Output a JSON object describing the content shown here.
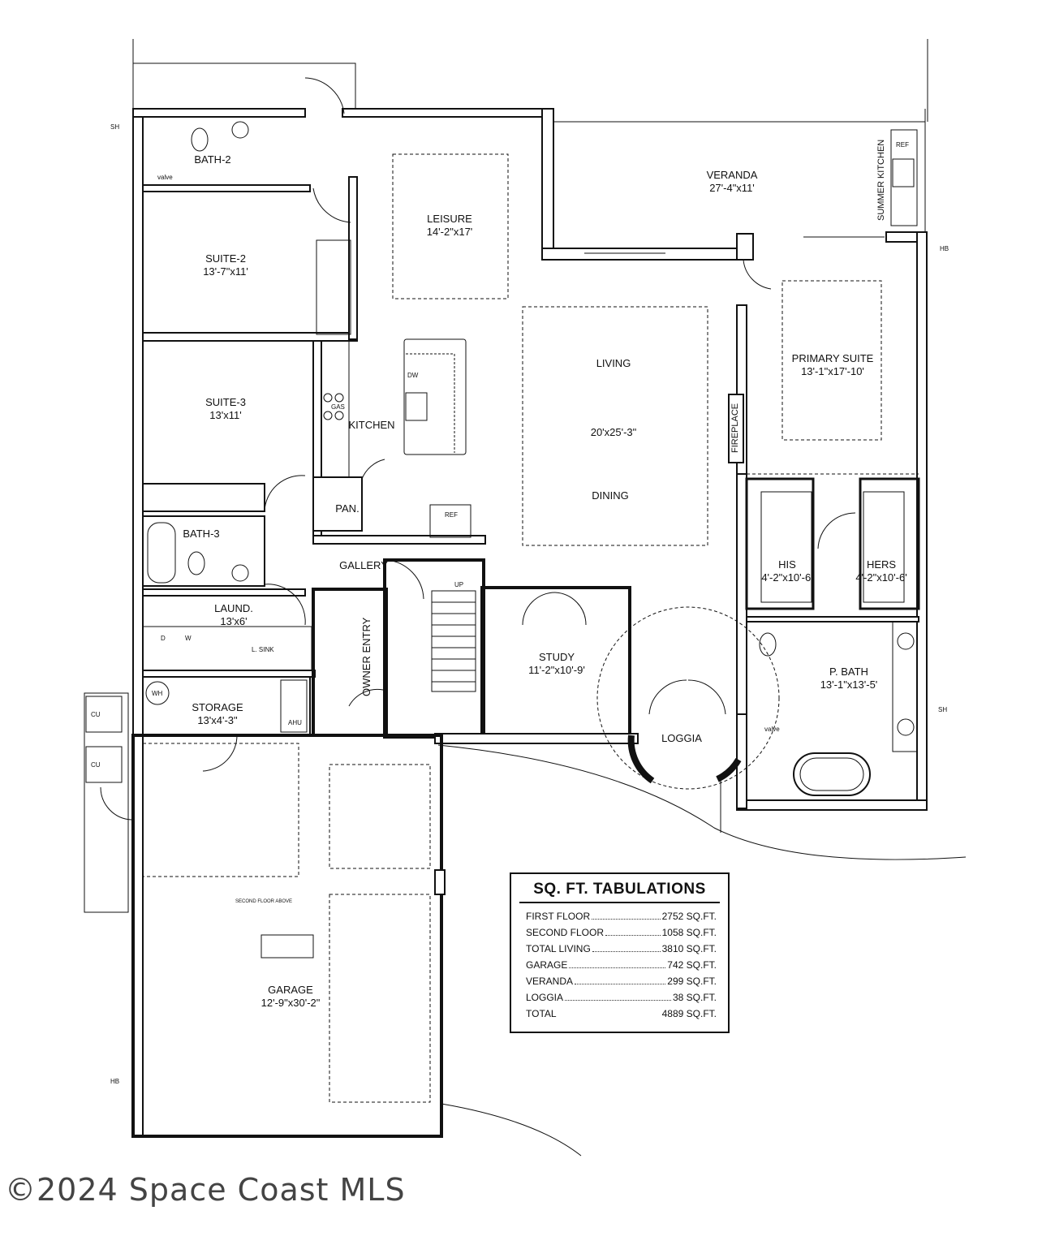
{
  "rooms": {
    "bath2": {
      "name": "BATH-2"
    },
    "suite2": {
      "name": "SUITE-2",
      "dim": "13'-7\"x11'"
    },
    "suite3": {
      "name": "SUITE-3",
      "dim": "13'x11'"
    },
    "bath3": {
      "name": "BATH-3"
    },
    "laund": {
      "name": "LAUND.",
      "dim": "13'x6'"
    },
    "storage": {
      "name": "STORAGE",
      "dim": "13'x4'-3\""
    },
    "leisure": {
      "name": "LEISURE",
      "dim": "14'-2\"x17'"
    },
    "veranda": {
      "name": "VERANDA",
      "dim": "27'-4\"x11'"
    },
    "living": {
      "name": "LIVING",
      "dim": "20'x25'-3\""
    },
    "dining": {
      "name": "DINING"
    },
    "kitchen": {
      "name": "KITCHEN"
    },
    "pantry": {
      "name": "PAN."
    },
    "gallery": {
      "name": "GALLERY"
    },
    "owner_entry": {
      "name": "OWNER ENTRY"
    },
    "study": {
      "name": "STUDY",
      "dim": "11'-2\"x10'-9'"
    },
    "loggia": {
      "name": "LOGGIA"
    },
    "primary_suite": {
      "name": "PRIMARY SUITE",
      "dim": "13'-1\"x17'-10'"
    },
    "his": {
      "name": "HIS",
      "dim": "4'-2\"x10'-6'"
    },
    "hers": {
      "name": "HERS",
      "dim": "4'-2\"x10'-6'"
    },
    "pbath": {
      "name": "P. BATH",
      "dim": "13'-1\"x13'-5'"
    },
    "garage": {
      "name": "GARAGE",
      "dim": "12'-9\"x30'-2\""
    },
    "summer_kitchen": {
      "name": "SUMMER KITCHEN"
    },
    "fireplace": {
      "name": "FIREPLACE"
    }
  },
  "fixtures": {
    "ref": "REF",
    "dw": "DW",
    "gas": "GAS",
    "wh": "WH",
    "ahu": "AHU",
    "cu": "CU",
    "hb": "HB",
    "sh": "SH",
    "valve": "valve",
    "up": "UP",
    "lsink": "L. SINK",
    "dryer": "D",
    "washer": "W",
    "second_floor_above": "SECOND FLOOR ABOVE"
  },
  "tabulations": {
    "title": "SQ. FT. TABULATIONS",
    "rows": [
      {
        "label": "FIRST FLOOR",
        "value": "2752 SQ.FT."
      },
      {
        "label": "SECOND FLOOR",
        "value": "1058 SQ.FT."
      },
      {
        "label": "TOTAL LIVING",
        "value": "3810 SQ.FT."
      },
      {
        "label": "GARAGE",
        "value": "742 SQ.FT."
      },
      {
        "label": "VERANDA",
        "value": "299 SQ.FT."
      },
      {
        "label": "LOGGIA",
        "value": "38 SQ.FT."
      },
      {
        "label": "TOTAL",
        "value": "4889 SQ.FT."
      }
    ]
  },
  "copyright": "©2024 Space Coast MLS"
}
